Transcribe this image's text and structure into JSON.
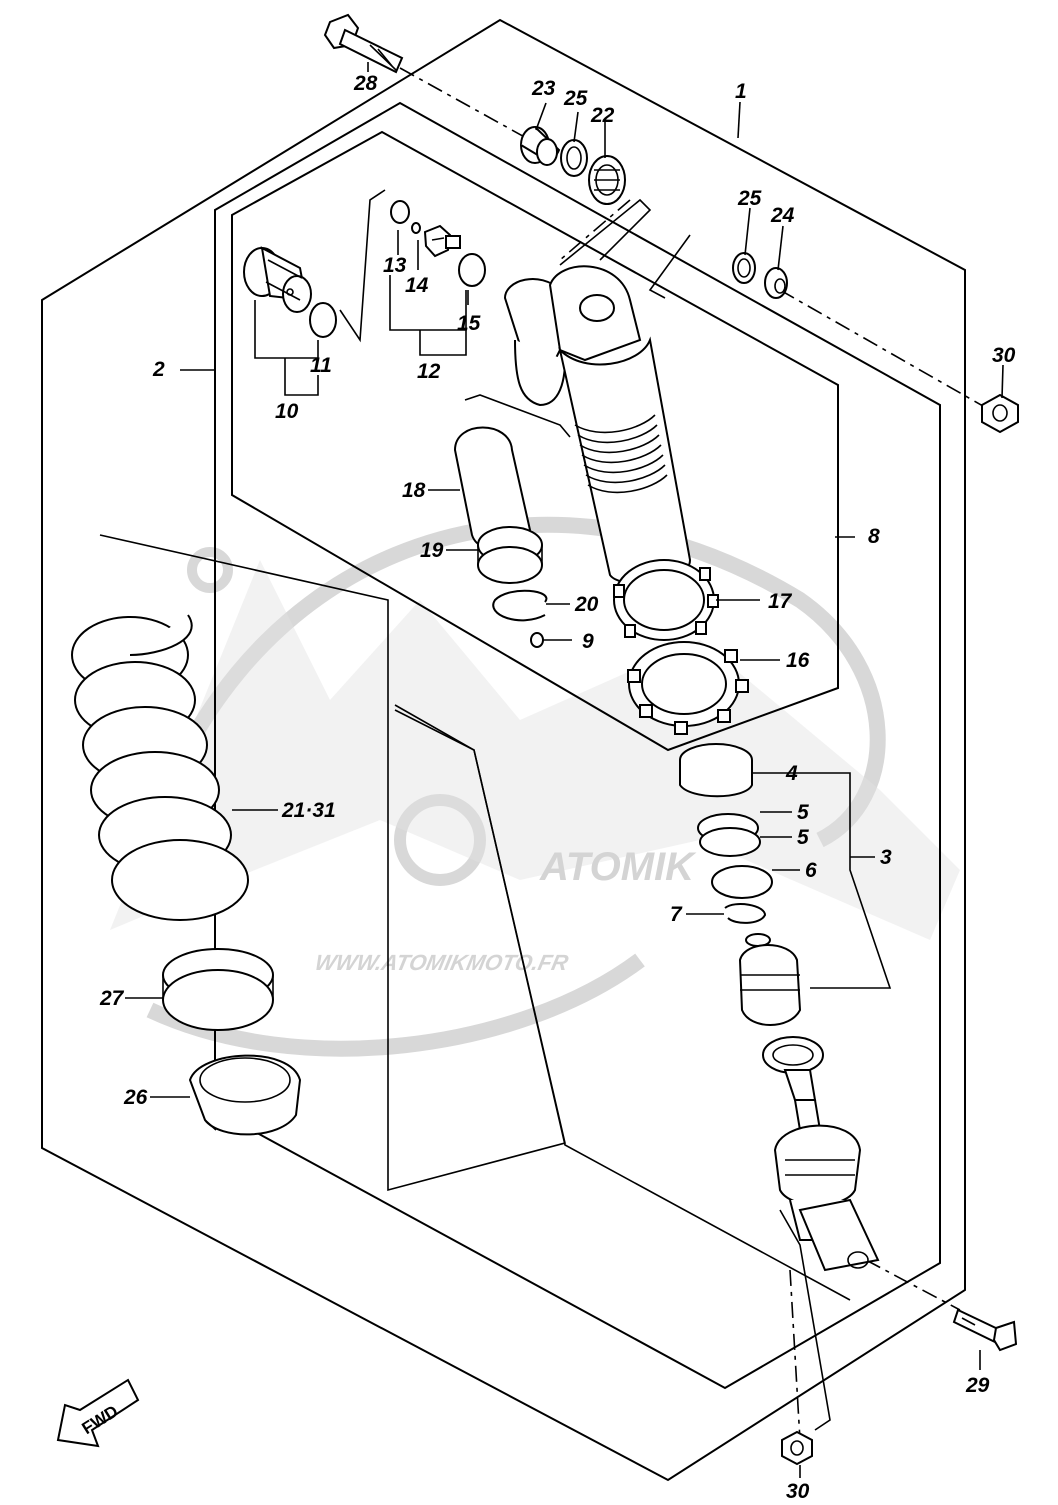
{
  "watermark": {
    "brand": "ATOMIK",
    "url": "WWW.ATOMIKMOTO.FR"
  },
  "fwd_badge": {
    "text": "FWD"
  },
  "callouts": {
    "p1": "1",
    "p2": "2",
    "p3": "3",
    "p4": "4",
    "p5a": "5",
    "p5b": "5",
    "p6": "6",
    "p7": "7",
    "p8": "8",
    "p9": "9",
    "p10": "10",
    "p11": "11",
    "p12": "12",
    "p13": "13",
    "p14": "14",
    "p15": "15",
    "p16": "16",
    "p17": "17",
    "p18": "18",
    "p19": "19",
    "p20": "20",
    "p21": "21·31",
    "p22": "22",
    "p23": "23",
    "p24": "24",
    "p25a": "25",
    "p25b": "25",
    "p26": "26",
    "p27": "27",
    "p28": "28",
    "p29": "29",
    "p30a": "30",
    "p30b": "30"
  }
}
